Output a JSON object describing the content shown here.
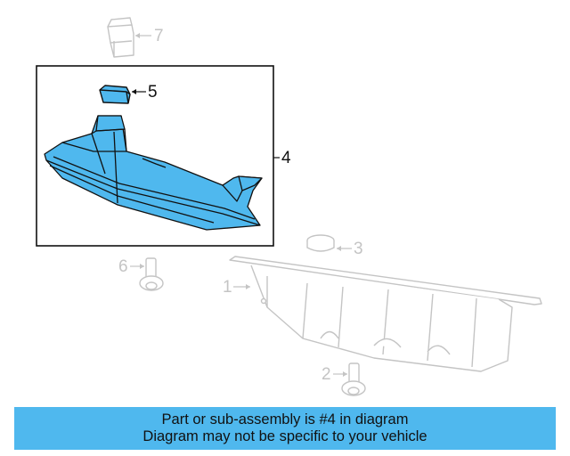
{
  "callouts": {
    "c1": "1",
    "c2": "2",
    "c3": "3",
    "c4": "4",
    "c5": "5",
    "c6": "6",
    "c7": "7"
  },
  "banner": {
    "line1": "Part or sub-assembly is #4 in diagram",
    "line2": "Diagram may not be specific to your vehicle"
  },
  "colors": {
    "highlight": "#4fb8ee",
    "part_fill": "#4fb8ee",
    "faded_part": "#c4c4c4",
    "outline": "#111111"
  }
}
